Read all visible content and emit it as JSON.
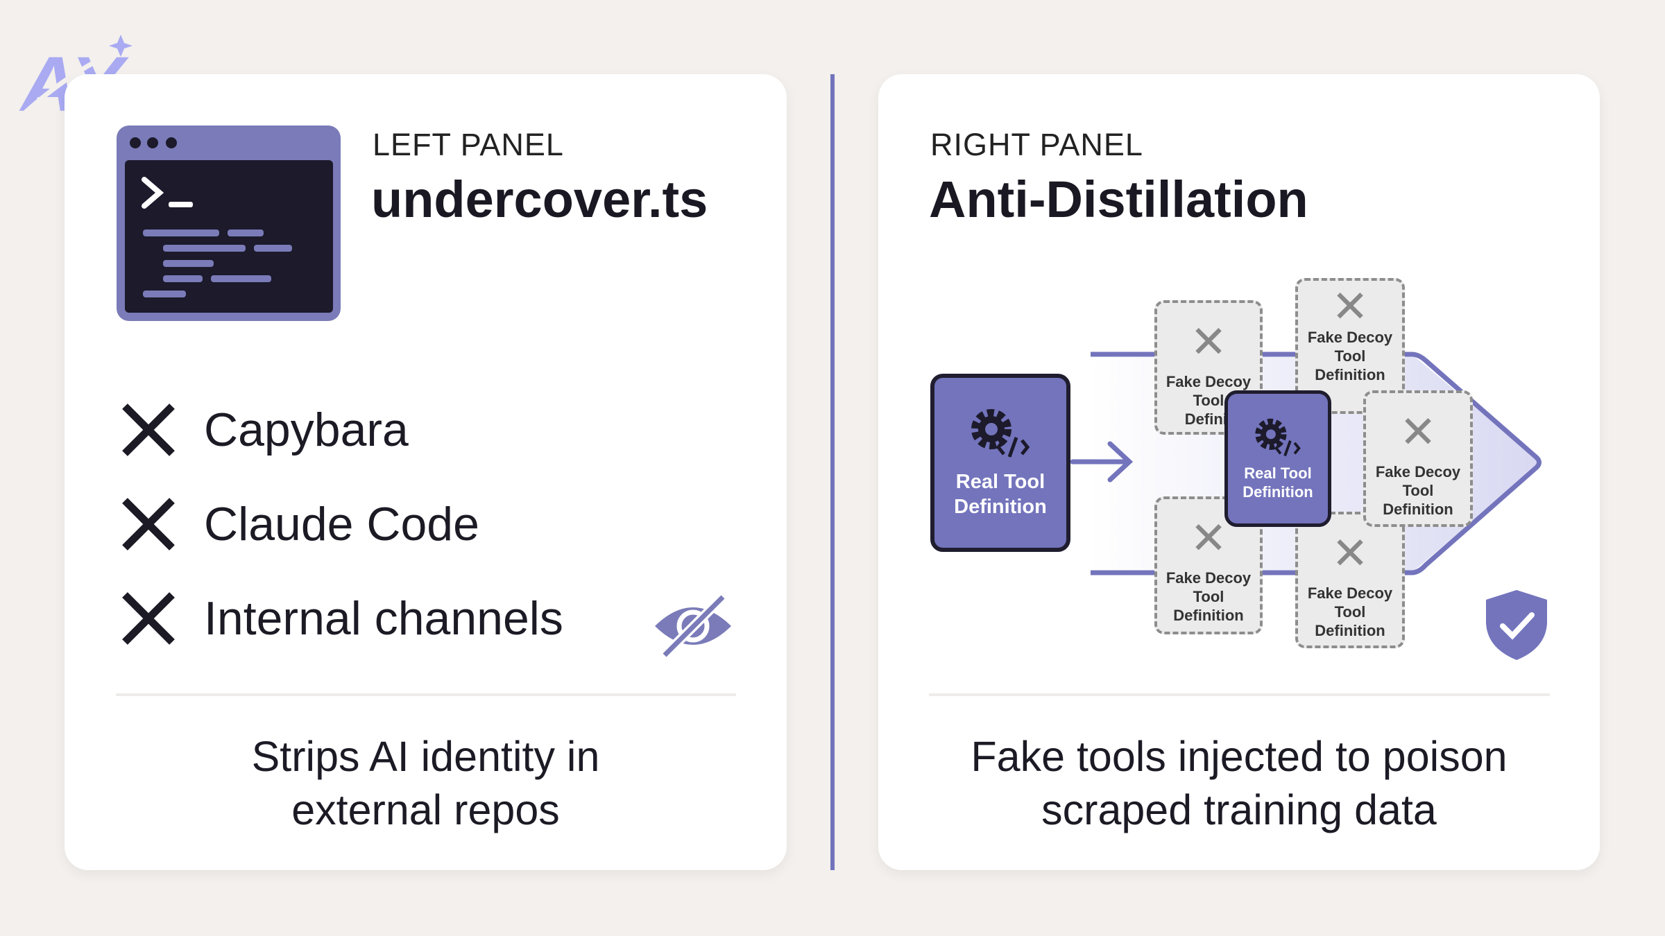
{
  "logo": {
    "text": "AY"
  },
  "left_panel": {
    "label": "LEFT PANEL",
    "title": "undercover.ts",
    "items": [
      {
        "label": "Capybara",
        "icon": "x-icon"
      },
      {
        "label": "Claude Code",
        "icon": "x-icon"
      },
      {
        "label": "Internal channels",
        "icon": "x-icon"
      }
    ],
    "caption_lines": [
      "Strips AI identity in",
      "external repos"
    ]
  },
  "right_panel": {
    "label": "RIGHT PANEL",
    "title": "Anti-Distillation",
    "real_tool": {
      "line1": "Real Tool",
      "line2": "Definition"
    },
    "fake_tool": {
      "line1": "Fake Decoy",
      "line2": "Tool",
      "line3": "Definition",
      "truncated_line3": "Definit"
    },
    "caption_lines": [
      "Fake tools injected to poison",
      "scraped training data"
    ]
  },
  "colors": {
    "accent": "#7374BC",
    "dark": "#1f1d2e",
    "background": "#F3F0ED",
    "logo": "#A9AAF2"
  }
}
